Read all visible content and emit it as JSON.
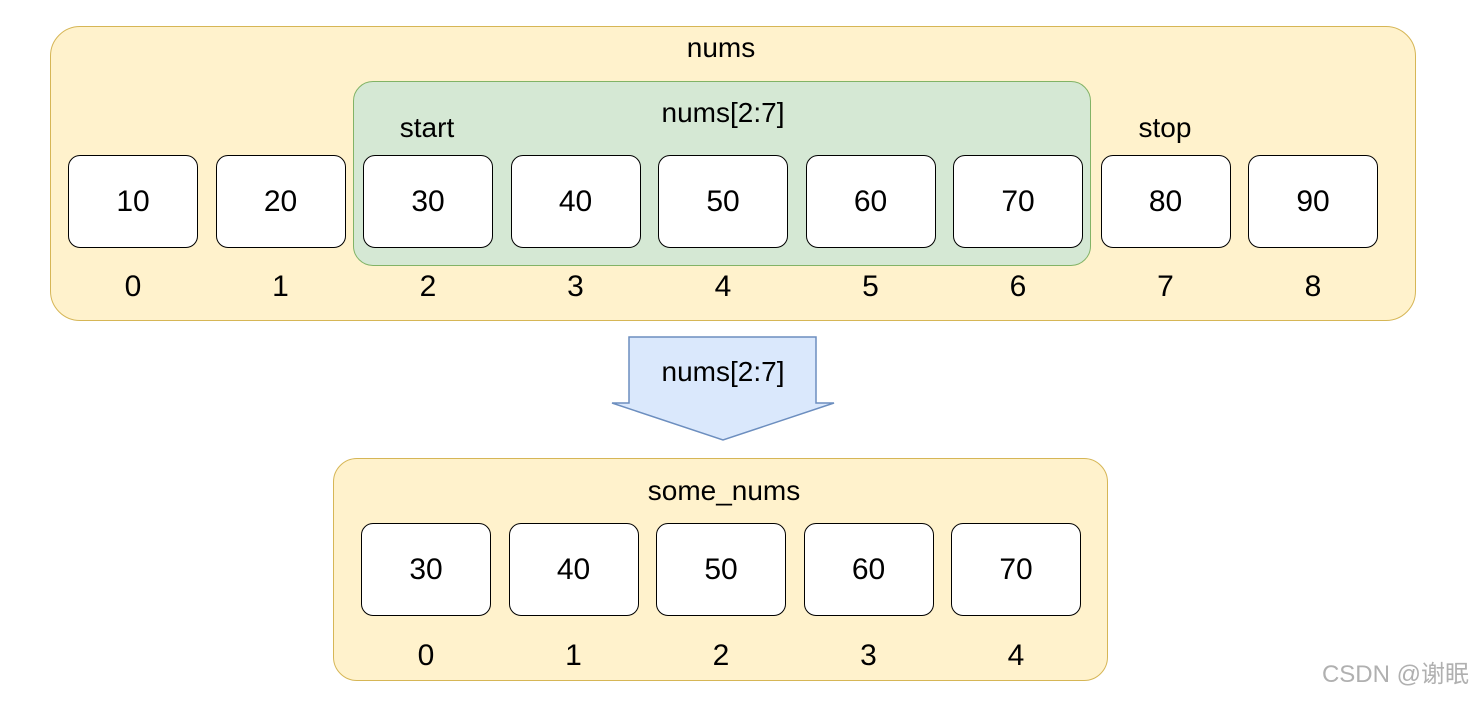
{
  "source_array": {
    "title": "nums",
    "values": [
      "10",
      "20",
      "30",
      "40",
      "50",
      "60",
      "70",
      "80",
      "90"
    ],
    "indices": [
      "0",
      "1",
      "2",
      "3",
      "4",
      "5",
      "6",
      "7",
      "8"
    ],
    "slice_label": "nums[2:7]",
    "start_label": "start",
    "stop_label": "stop"
  },
  "operation": {
    "label": "nums[2:7]"
  },
  "result_array": {
    "title": "some_nums",
    "values": [
      "30",
      "40",
      "50",
      "60",
      "70"
    ],
    "indices": [
      "0",
      "1",
      "2",
      "3",
      "4"
    ]
  },
  "watermark": "CSDN @谢眠",
  "colors": {
    "container_fill": "#fff2cc",
    "container_stroke": "#d6b656",
    "slice_fill": "#d5e8d4",
    "slice_stroke": "#82b366",
    "arrow_fill": "#dae8fc",
    "arrow_stroke": "#6c8ebf"
  }
}
